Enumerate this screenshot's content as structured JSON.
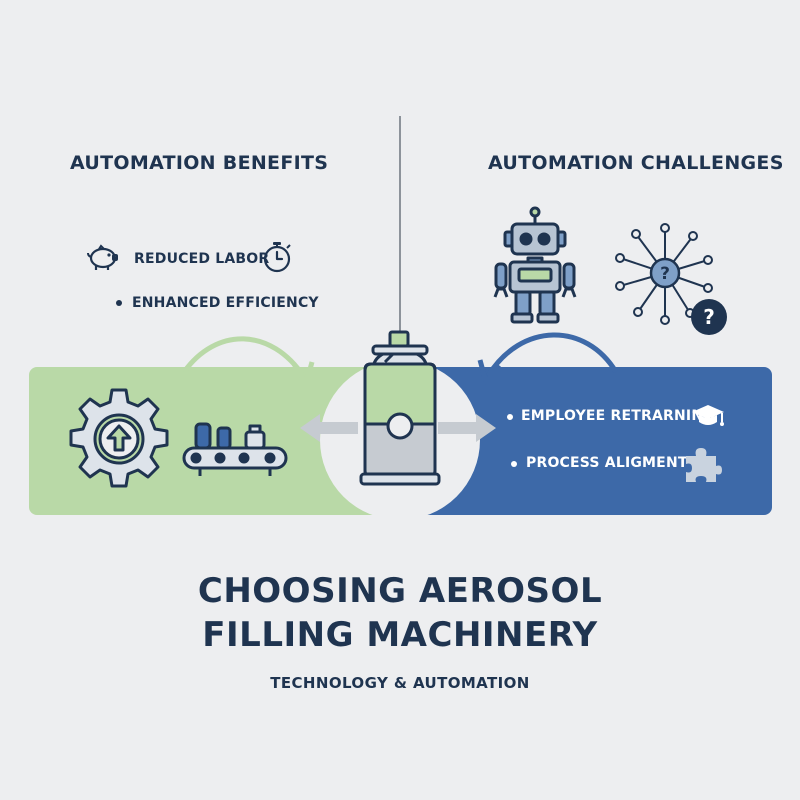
{
  "benefits": {
    "heading": "AUTOMATION BENEFITS",
    "items": [
      "REDUCED LABOR",
      "ENHANCED EFFICIENCY"
    ]
  },
  "challenges": {
    "heading": "AUTOMATION CHALLENGES",
    "items": [
      "EMPLOYEE RETRARNING",
      "PROCESS ALIGMENT"
    ]
  },
  "title": {
    "line1": "CHOOSING AEROSOL",
    "line2": "FILLING MACHINERY",
    "subtitle": "TECHNOLOGY & AUTOMATION"
  },
  "colors": {
    "navy": "#1f3450",
    "green": "#b9d9a7",
    "blue": "#3d69a8",
    "background": "#edeef0"
  },
  "icons": {
    "benefits": [
      "piggy-bank-icon",
      "stopwatch-icon",
      "gear-upload-icon",
      "conveyor-icon"
    ],
    "challenges": [
      "robot-icon",
      "network-question-icon",
      "question-badge-icon",
      "graduation-cap-icon",
      "puzzle-icon"
    ],
    "center": [
      "aerosol-can-icon"
    ]
  }
}
